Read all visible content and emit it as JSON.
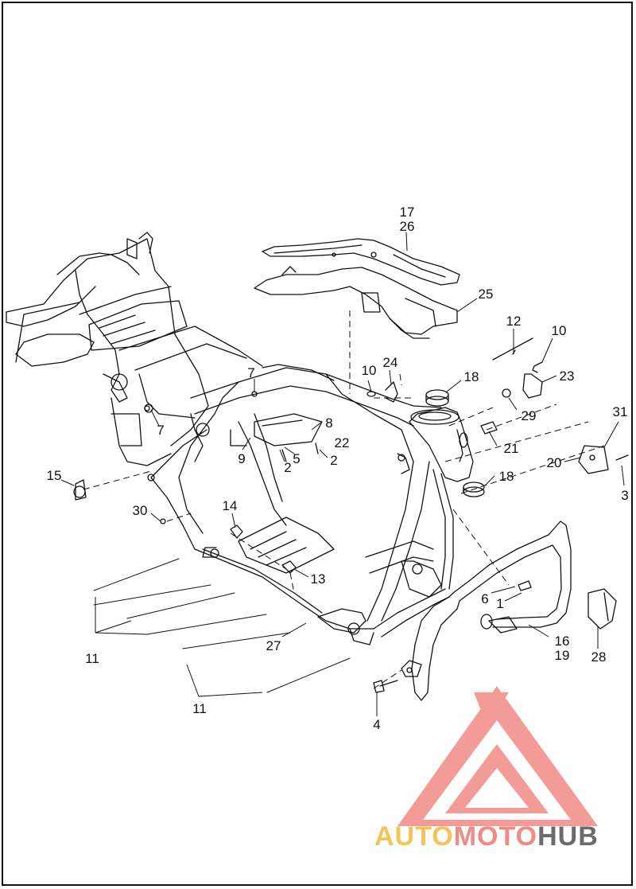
{
  "diagram": {
    "callouts": {
      "c17_26": [
        "17",
        "26"
      ],
      "c25": "25",
      "c12": "12",
      "c10a": "10",
      "c23": "23",
      "c10b": "10",
      "c24": "24",
      "c18a": "18",
      "c29": "29",
      "c31": "31",
      "c7a": "7",
      "c8": "8",
      "c22": "22",
      "c21": "21",
      "c20": "20",
      "c7b": "7",
      "c9": "9",
      "c5": "5",
      "c2a": "2",
      "c2b": "2",
      "c18b": "18",
      "c3": "3",
      "c15": "15",
      "c14": "14",
      "c30": "30",
      "c13": "13",
      "c6": "6",
      "c1": "1",
      "c16_19": [
        "16",
        "19"
      ],
      "c28": "28",
      "c27": "27",
      "c11a": "11",
      "c11b": "11",
      "c4": "4"
    }
  },
  "watermark": {
    "brand_part1": "AUTO",
    "brand_part2": "MOTO",
    "brand_part3": "HUB",
    "color_yellow": "#f6c35a",
    "color_red": "#f08a85",
    "color_gray": "#6b6b6b"
  }
}
